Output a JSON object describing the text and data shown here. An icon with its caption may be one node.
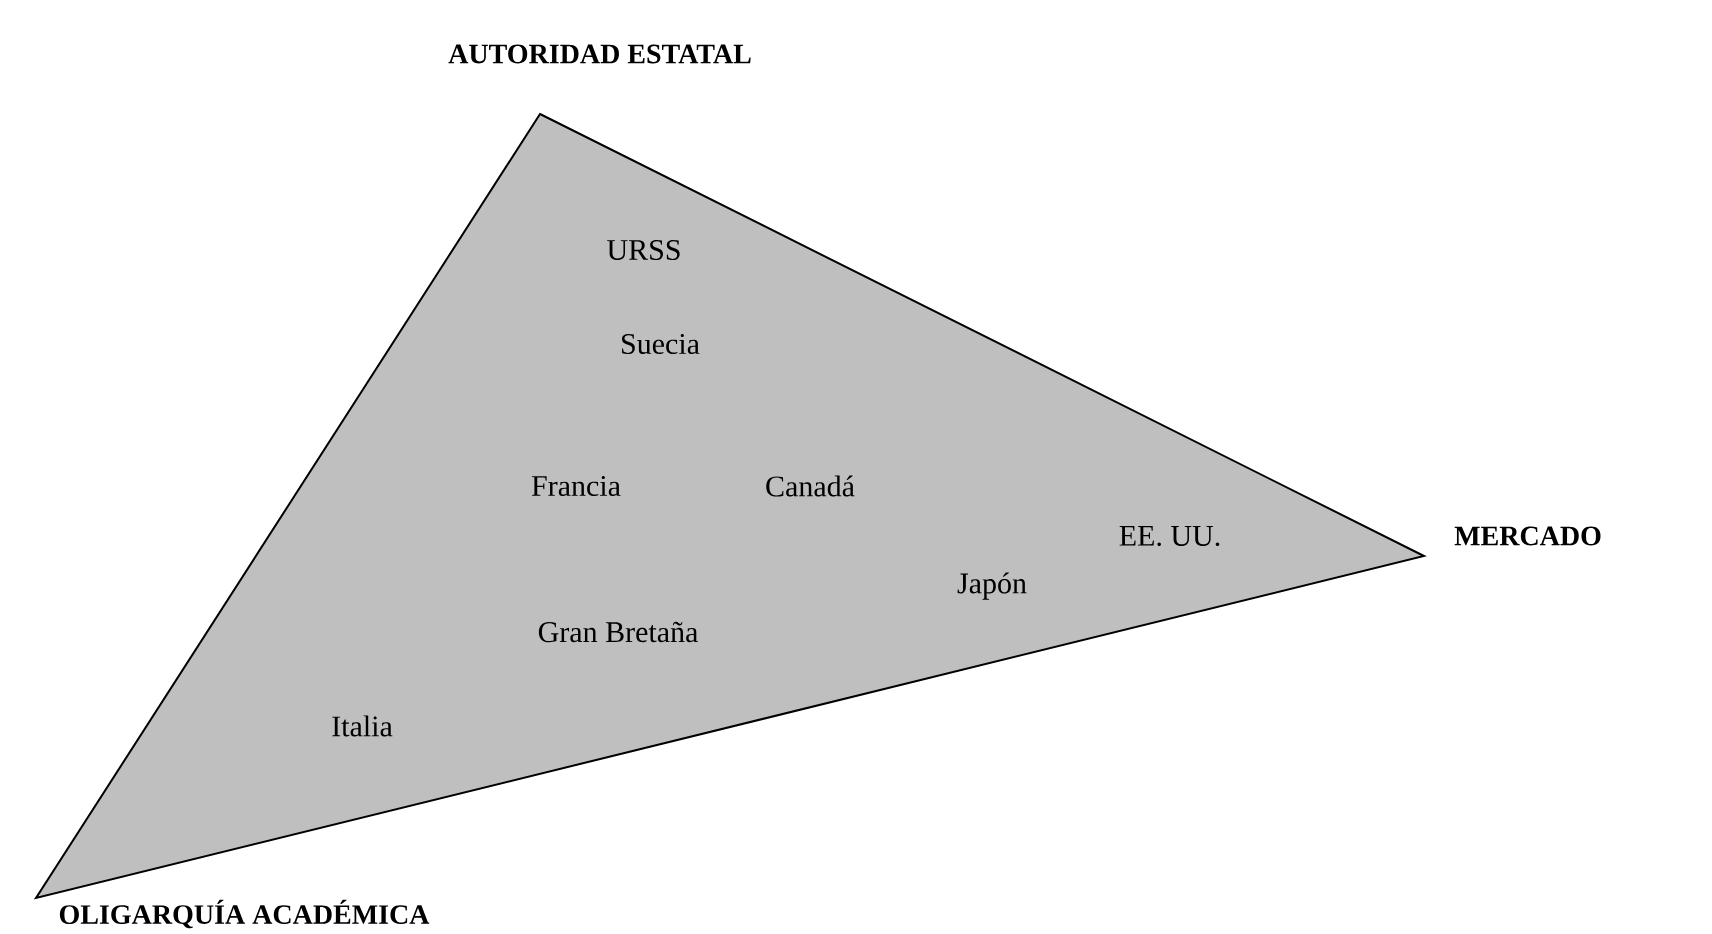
{
  "diagram": {
    "nodes": [
      {
        "text": [
          "URSS",
          "Suecia",
          "Francia",
          "Canadá",
          "EE. UU.",
          "Japón",
          "Gran Bretaña",
          "Italia"
        ]
      }
    ],
    "labels": [
      "AUTORIDAD ESTATAL",
      "MERCADO",
      "OLIGARQUÍA ACADÉMICA"
    ]
  }
}
